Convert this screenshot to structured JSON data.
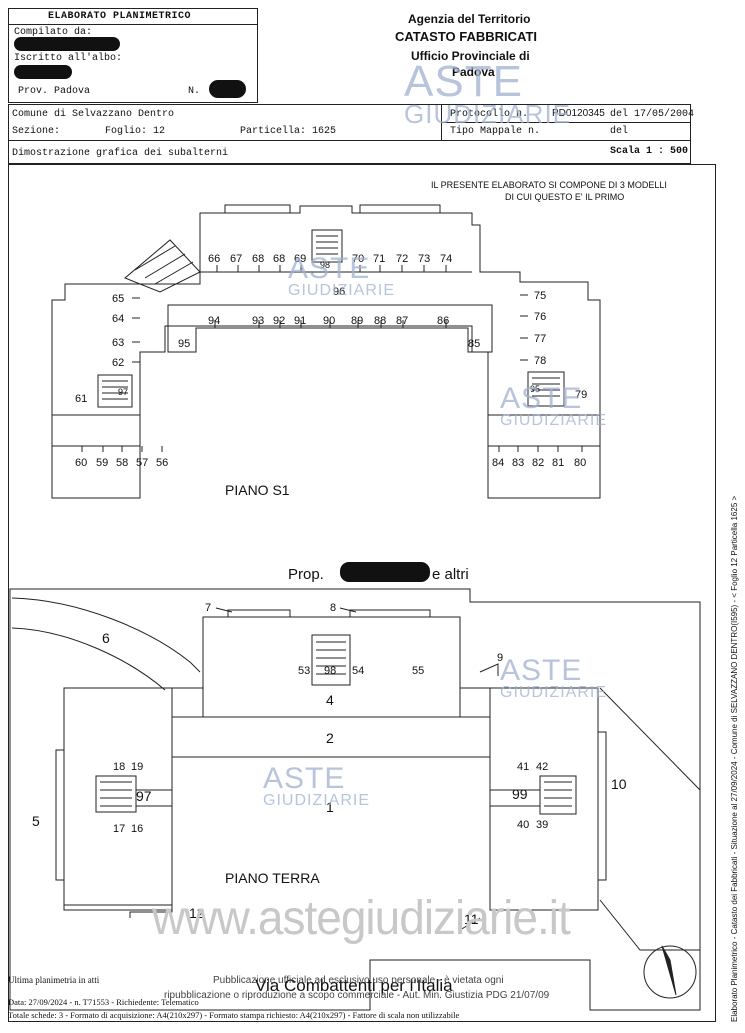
{
  "header": {
    "doc_title": "ELABORATO PLANIMETRICO",
    "compilato_label": "Compilato da:",
    "iscritto_label": "Iscritto all'albo:",
    "prov_label": "Prov. Padova",
    "n_label": "N.",
    "agency_line1": "Agenzia del Territorio",
    "agency_line2": "CATASTO FABBRICATI",
    "agency_line3": "Ufficio Provinciale di",
    "agency_line4": "Padova"
  },
  "info": {
    "comune": "Comune di Selvazzano Dentro",
    "sezione": "Sezione:",
    "foglio": "Foglio: 12",
    "particella": "Particella: 1625",
    "protocollo_label": "Protocollo n.",
    "protocollo_value": "PD0120345",
    "protocollo_del": "del 17/05/2004",
    "tipo_mappale_label": "Tipo Mappale n.",
    "tipo_mappale_del": "del",
    "dimostrazione": "Dimostrazione grafica dei subalterni",
    "scala": "Scala 1 : 500"
  },
  "note": {
    "line1": "IL PRESENTE ELABORATO SI COMPONE DI 3 MODELLI",
    "line2": "DI CUI QUESTO E' IL PRIMO"
  },
  "piano_s1": {
    "title": "PIANO S1",
    "top_row": [
      "66",
      "67",
      "68",
      "68",
      "69",
      "70",
      "71",
      "72",
      "73",
      "74"
    ],
    "center_top": "98",
    "courtyard": "96",
    "inner_row": [
      "94",
      "93",
      "92",
      "91",
      "90",
      "89",
      "88",
      "87",
      "86"
    ],
    "left_col": [
      "65",
      "64",
      "63",
      "62"
    ],
    "right_col": [
      "75",
      "76",
      "77",
      "78"
    ],
    "left_misc": [
      "61",
      "97",
      "95"
    ],
    "right_misc": [
      "85",
      "95",
      "79"
    ],
    "bottom_left": [
      "60",
      "59",
      "58",
      "57",
      "56"
    ],
    "bottom_right": [
      "84",
      "83",
      "82",
      "81",
      "80"
    ]
  },
  "prop": {
    "label": "Prop.",
    "suffix": "e altri"
  },
  "piano_terra": {
    "title": "PIANO TERRA",
    "labels": [
      "7",
      "8",
      "6",
      "98",
      "53",
      "54",
      "55",
      "9",
      "4",
      "2",
      "1",
      "18",
      "19",
      "97",
      "17",
      "16",
      "5",
      "41",
      "42",
      "99",
      "40",
      "39",
      "10",
      "12",
      "11"
    ],
    "street": "Via Combattenti per l'Italia"
  },
  "footer": {
    "ultima": "Ultima planimetria in atti",
    "data": "Data: 27/09/2024 - n. T71553 - Richiedente: Telematico",
    "totale": "Totale schede: 3 - Formato di acquisizione: A4(210x297) - Formato stampa richiesto: A4(210x297) - Fattore di scala non utilizzabile",
    "pub1": "Pubblicazione ufficiale ad esclusivo uso personale - è vietata ogni",
    "pub2": "ripubblicazione o riproduzione a scopo commerciale - Aut. Min. Giustizia PDG 21/07/09",
    "side": "Elaborato Planimetrico - Catasto dei Fabbricati - Situazione al 27/09/2024 - Comune di SELVAZZANO DENTRO(I595) - < Foglio 12 Particella 1625 >"
  },
  "watermark": {
    "brand_top": "ASTE",
    "brand_bottom": "GIUDIZIARIE",
    "url": "www.astegiudiziarie.it"
  }
}
